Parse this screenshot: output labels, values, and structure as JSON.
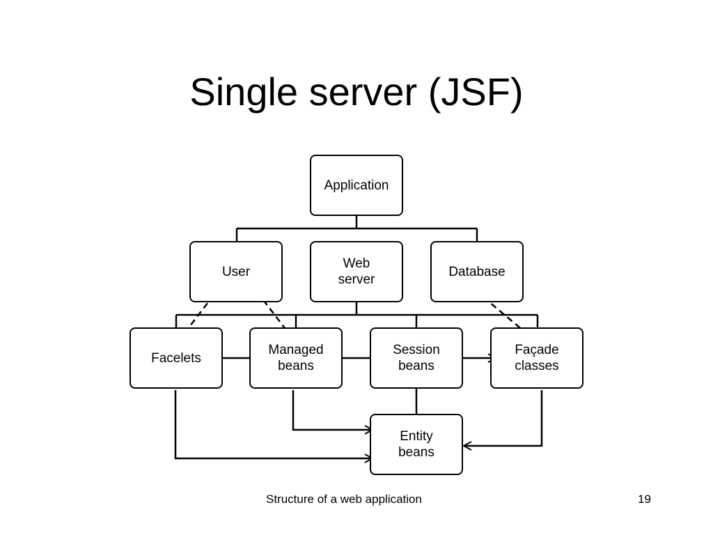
{
  "slide": {
    "title": "Single server (JSF)",
    "footer": "Structure of a web application",
    "page_number": "19"
  },
  "diagram": {
    "nodes": {
      "application": "Application",
      "user": "User",
      "web_server": "Web\nserver",
      "database": "Database",
      "facelets": "Facelets",
      "managed_beans": "Managed\nbeans",
      "session_beans": "Session\nbeans",
      "facade_classes": "Façade\nclasses",
      "entity_beans": "Entity\nbeans"
    },
    "edges": [
      {
        "from": "application",
        "to": "user",
        "style": "tree"
      },
      {
        "from": "application",
        "to": "web_server",
        "style": "tree"
      },
      {
        "from": "application",
        "to": "database",
        "style": "tree"
      },
      {
        "from": "web_server",
        "to": "facelets",
        "style": "tree"
      },
      {
        "from": "web_server",
        "to": "managed_beans",
        "style": "tree"
      },
      {
        "from": "web_server",
        "to": "session_beans",
        "style": "tree"
      },
      {
        "from": "web_server",
        "to": "facade_classes",
        "style": "tree"
      },
      {
        "from": "web_server",
        "to": "entity_beans",
        "style": "tree"
      },
      {
        "from": "managed_beans",
        "to": "facelets",
        "style": "arrow"
      },
      {
        "from": "managed_beans",
        "to": "session_beans",
        "style": "arrow"
      },
      {
        "from": "session_beans",
        "to": "facade_classes",
        "style": "arrow"
      },
      {
        "from": "managed_beans",
        "to": "entity_beans",
        "style": "arrow"
      },
      {
        "from": "facelets",
        "to": "entity_beans",
        "style": "arrow"
      },
      {
        "from": "facade_classes",
        "to": "entity_beans",
        "style": "arrow"
      },
      {
        "from": "facelets",
        "to": "user",
        "style": "dashed-arrow"
      },
      {
        "from": "user",
        "to": "managed_beans",
        "style": "dashed-arrow"
      },
      {
        "from": "facade_classes",
        "to": "database",
        "style": "dashed-arrow"
      }
    ]
  }
}
